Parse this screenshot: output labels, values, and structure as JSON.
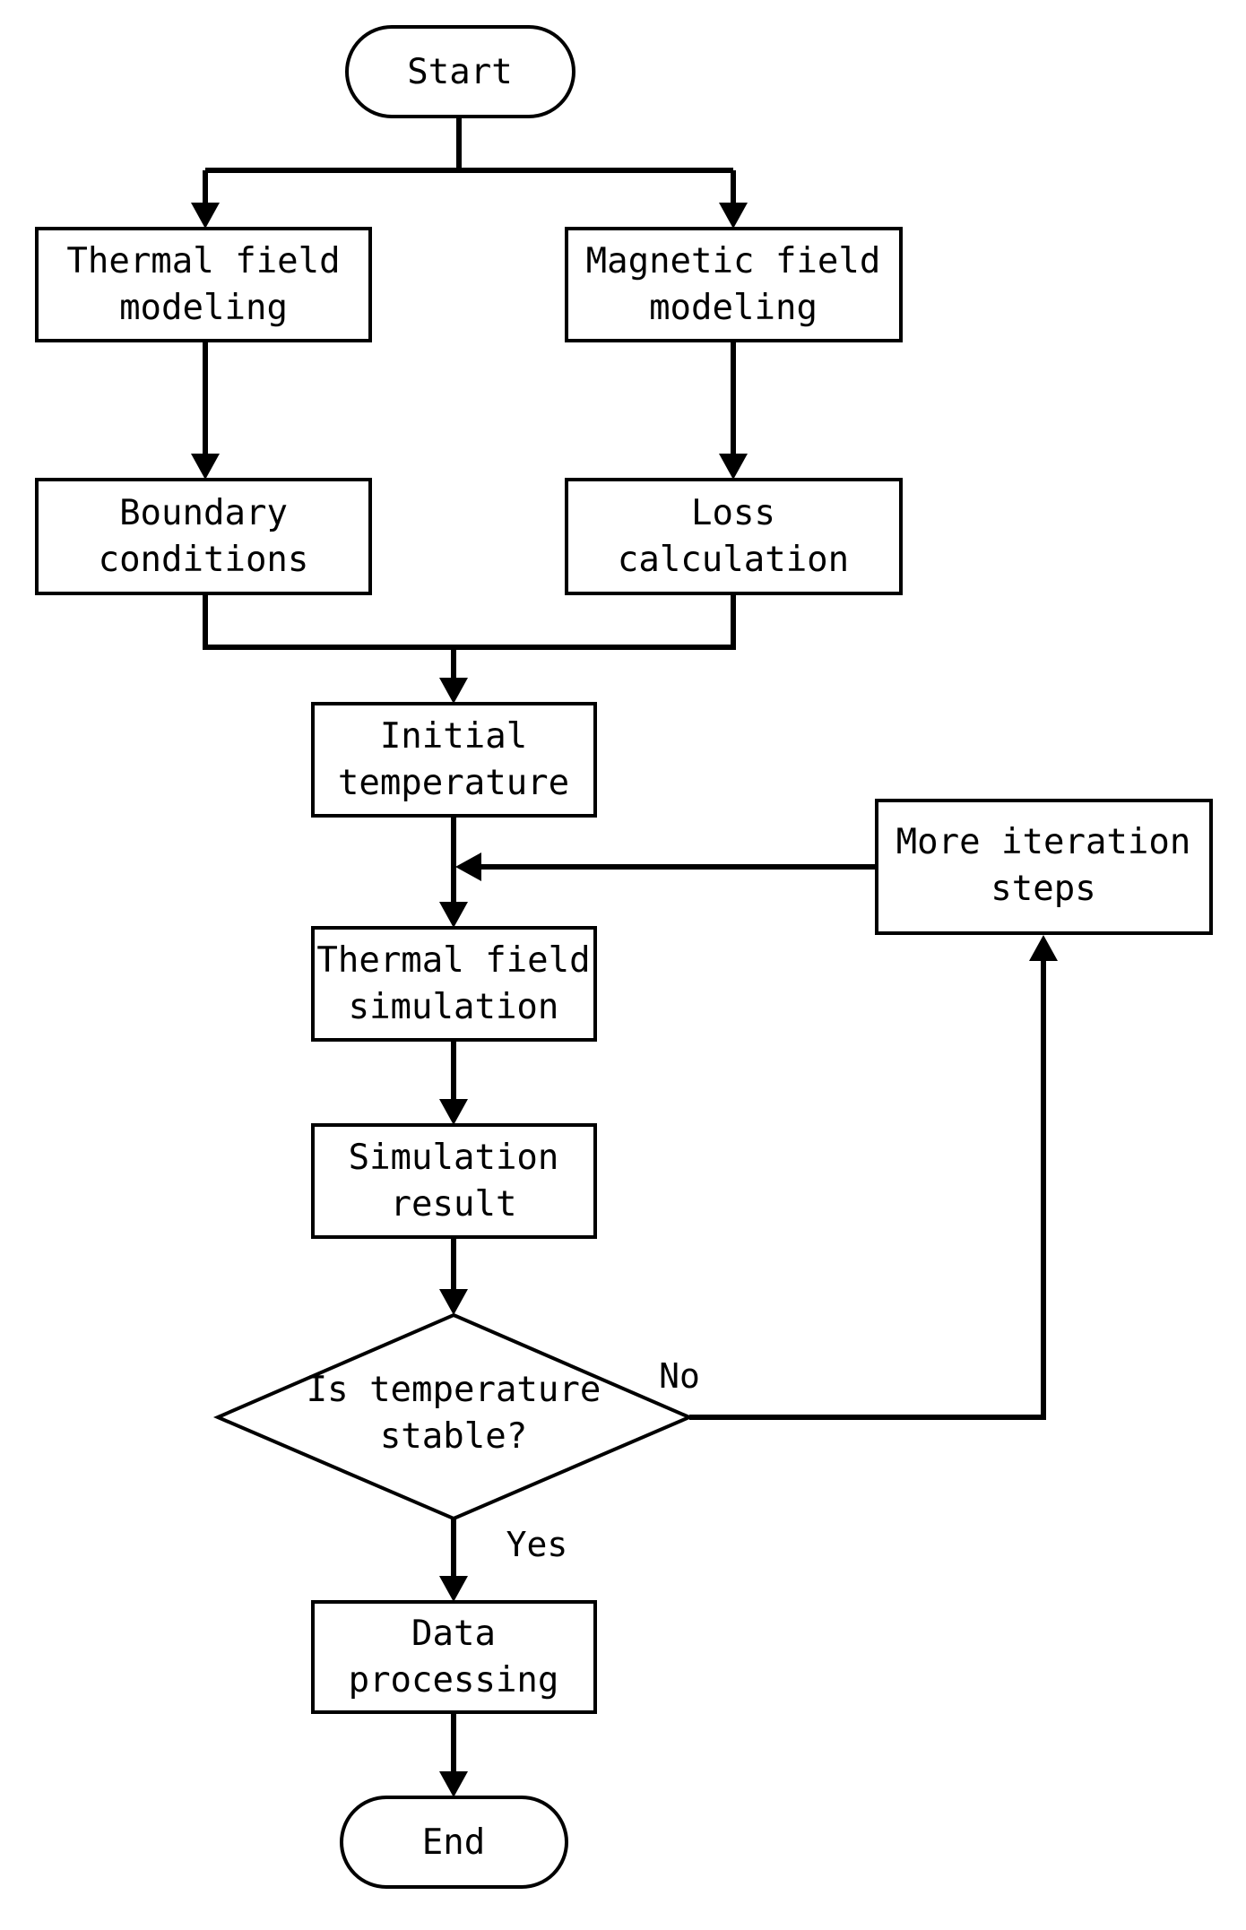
{
  "nodes": {
    "start": {
      "label": "Start"
    },
    "thermal_modeling": {
      "line1": "Thermal field",
      "line2": "modeling"
    },
    "magnetic_modeling": {
      "line1": "Magnetic field",
      "line2": "modeling"
    },
    "boundary_conditions": {
      "line1": "Boundary",
      "line2": "conditions"
    },
    "loss_calculation": {
      "line1": "Loss",
      "line2": "calculation"
    },
    "initial_temperature": {
      "line1": "Initial",
      "line2": "temperature"
    },
    "more_iteration": {
      "line1": "More iteration",
      "line2": "steps"
    },
    "thermal_simulation": {
      "line1": "Thermal field",
      "line2": "simulation"
    },
    "simulation_result": {
      "line1": "Simulation",
      "line2": "result"
    },
    "decision": {
      "line1": "Is temperature",
      "line2": "stable?"
    },
    "data_processing": {
      "line1": "Data",
      "line2": "processing"
    },
    "end": {
      "label": "End"
    }
  },
  "edge_labels": {
    "no": "No",
    "yes": "Yes"
  },
  "colors": {
    "stroke": "#000000",
    "background": "#ffffff"
  }
}
